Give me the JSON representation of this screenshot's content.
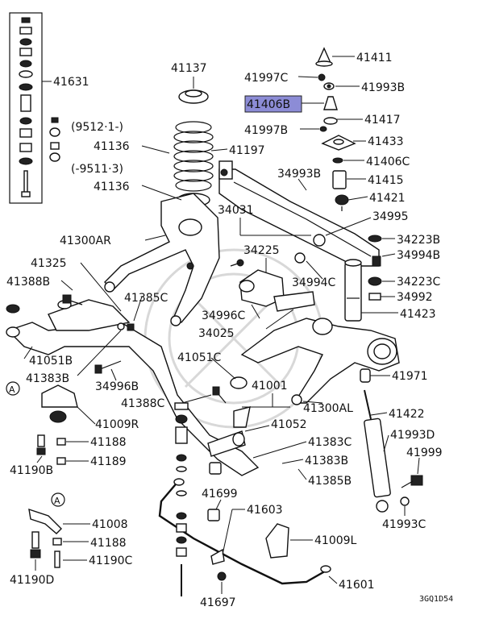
{
  "diagram": {
    "highlight_color": "#8c8cd6",
    "catalog_code": "3GQ1D54",
    "callout_a": "A",
    "labels": {
      "p41631": "41631",
      "p41137": "41137",
      "p41411": "41411",
      "p41997c": "41997C",
      "p41993b": "41993B",
      "p41406b": "41406B",
      "p41417": "41417",
      "p41997b": "41997B",
      "p41433": "41433",
      "p41406c": "41406C",
      "p34993b": "34993B",
      "p41415": "41415",
      "p41421": "41421",
      "p34995": "34995",
      "p34223b": "34223B",
      "p34994b": "34994B",
      "p34223c": "34223C",
      "p34992": "34992",
      "p41423": "41423",
      "p9512": "(9512·1-)",
      "p41136a": "41136",
      "p41197": "41197",
      "p9511": "(-9511·3)",
      "p41136b": "41136",
      "p34031": "34031",
      "p34225": "34225",
      "p41300ar": "41300AR",
      "p41325": "41325",
      "p41388b": "41388B",
      "p41385c": "41385C",
      "p34994c": "34994C",
      "p34996c": "34996C",
      "p34025": "34025",
      "p41051c": "41051C",
      "p41051b": "41051B",
      "p41383b": "41383B",
      "p34996b": "34996B",
      "p41971": "41971",
      "p41001": "41001",
      "p41388c": "41388C",
      "p41300al": "41300AL",
      "p41422": "41422",
      "p41009r": "41009R",
      "p41052": "41052",
      "p41188a": "41188",
      "p41383c": "41383C",
      "p41993d": "41993D",
      "p41189": "41189",
      "p41190b": "41190B",
      "p41383b2": "41383B",
      "p41999": "41999",
      "p41385b": "41385B",
      "p41699": "41699",
      "p41603": "41603",
      "p41993c": "41993C",
      "p41008": "41008",
      "p41188b": "41188",
      "p41009l": "41009L",
      "p41190c": "41190C",
      "p41190d": "41190D",
      "p41601": "41601",
      "p41697": "41697"
    }
  }
}
